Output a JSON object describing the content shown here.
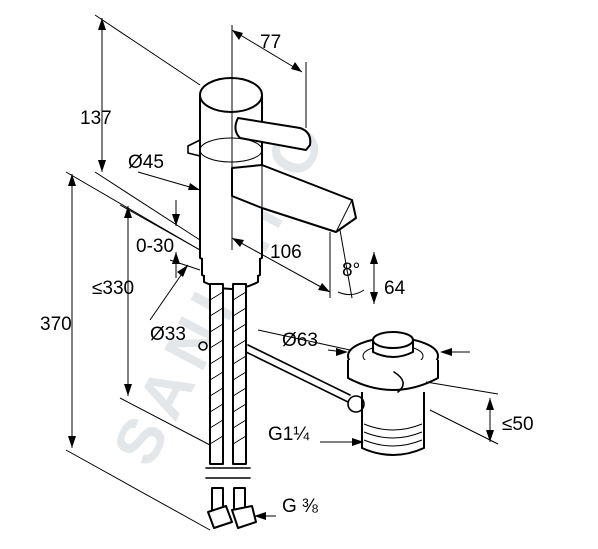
{
  "watermark": "SANITINO",
  "dimensions": {
    "handle_length": "77",
    "height_top": "137",
    "diameter_body": "Ø45",
    "adjust_range": "0-30",
    "spout_reach": "106",
    "angle": "8°",
    "spout_height": "64",
    "max_height": "≤330",
    "total_height": "370",
    "diameter_base": "Ø33",
    "diameter_drain": "Ø63",
    "drain_thread": "G1¼",
    "drain_height": "≤50",
    "hose_thread": "G ⅜"
  }
}
